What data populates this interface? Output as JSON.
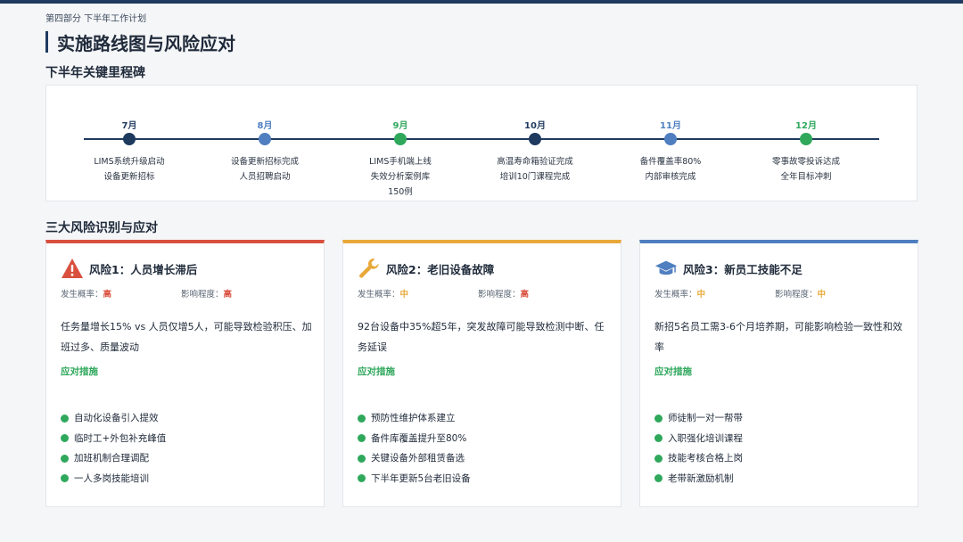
{
  "colors": {
    "navy": "#1f3a5f",
    "blue": "#4f7fc0",
    "green": "#2fa85c",
    "red": "#d9503f",
    "orange": "#e8a93a",
    "high": "#d9503f",
    "medium": "#e8a93a"
  },
  "breadcrumb": "第四部分 下半年工作计划",
  "page_title": "实施路线图与风险应对",
  "milestones_section_title": "下半年关键里程碑",
  "milestones": [
    {
      "month": "7月",
      "color": "#1f3a5f",
      "lines": [
        "LIMS系统升级启动",
        "设备更新招标"
      ]
    },
    {
      "month": "8月",
      "color": "#4f7fc0",
      "lines": [
        "设备更新招标完成",
        "人员招聘启动"
      ]
    },
    {
      "month": "9月",
      "color": "#2fa85c",
      "lines": [
        "LIMS手机端上线",
        "失效分析案例库",
        "150例"
      ]
    },
    {
      "month": "10月",
      "color": "#1f3a5f",
      "lines": [
        "高温寿命箱验证完成",
        "培训10门课程完成"
      ]
    },
    {
      "month": "11月",
      "color": "#4f7fc0",
      "lines": [
        "备件覆盖率80%",
        "内部审核完成"
      ]
    },
    {
      "month": "12月",
      "color": "#2fa85c",
      "lines": [
        "零事故零投诉达成",
        "全年目标冲刺"
      ]
    }
  ],
  "risks_section_title": "三大风险识别与应对",
  "risks": [
    {
      "icon": "warning-icon",
      "accent": "#d9503f",
      "title": "风险1：人员增长滞后",
      "prob_label": "发生概率：",
      "prob": "高",
      "prob_color": "#d9503f",
      "impact_label": "影响程度：",
      "impact": "高",
      "impact_color": "#d9503f",
      "desc": "任务量增长15% vs 人员仅增5人，可能导致检验积压、加班过多、质量波动",
      "measures_label": "应对措施",
      "measures": [
        "自动化设备引入提效",
        "临时工+外包补充峰值",
        "加班机制合理调配",
        "一人多岗技能培训"
      ]
    },
    {
      "icon": "wrench-icon",
      "accent": "#e8a93a",
      "title": "风险2：老旧设备故障",
      "prob_label": "发生概率：",
      "prob": "中",
      "prob_color": "#e8a93a",
      "impact_label": "影响程度：",
      "impact": "高",
      "impact_color": "#d9503f",
      "desc": "92台设备中35%超5年，突发故障可能导致检测中断、任务延误",
      "measures_label": "应对措施",
      "measures": [
        "预防性维护体系建立",
        "备件库覆盖提升至80%",
        "关键设备外部租赁备选",
        "下半年更新5台老旧设备"
      ]
    },
    {
      "icon": "graduation-cap-icon",
      "accent": "#4f7fc0",
      "title": "风险3：新员工技能不足",
      "prob_label": "发生概率：",
      "prob": "中",
      "prob_color": "#e8a93a",
      "impact_label": "影响程度：",
      "impact": "中",
      "impact_color": "#e8a93a",
      "desc": "新招5名员工需3-6个月培养期，可能影响检验一致性和效率",
      "measures_label": "应对措施",
      "measures": [
        "师徒制一对一帮带",
        "入职强化培训课程",
        "技能考核合格上岗",
        "老带新激励机制"
      ]
    }
  ]
}
